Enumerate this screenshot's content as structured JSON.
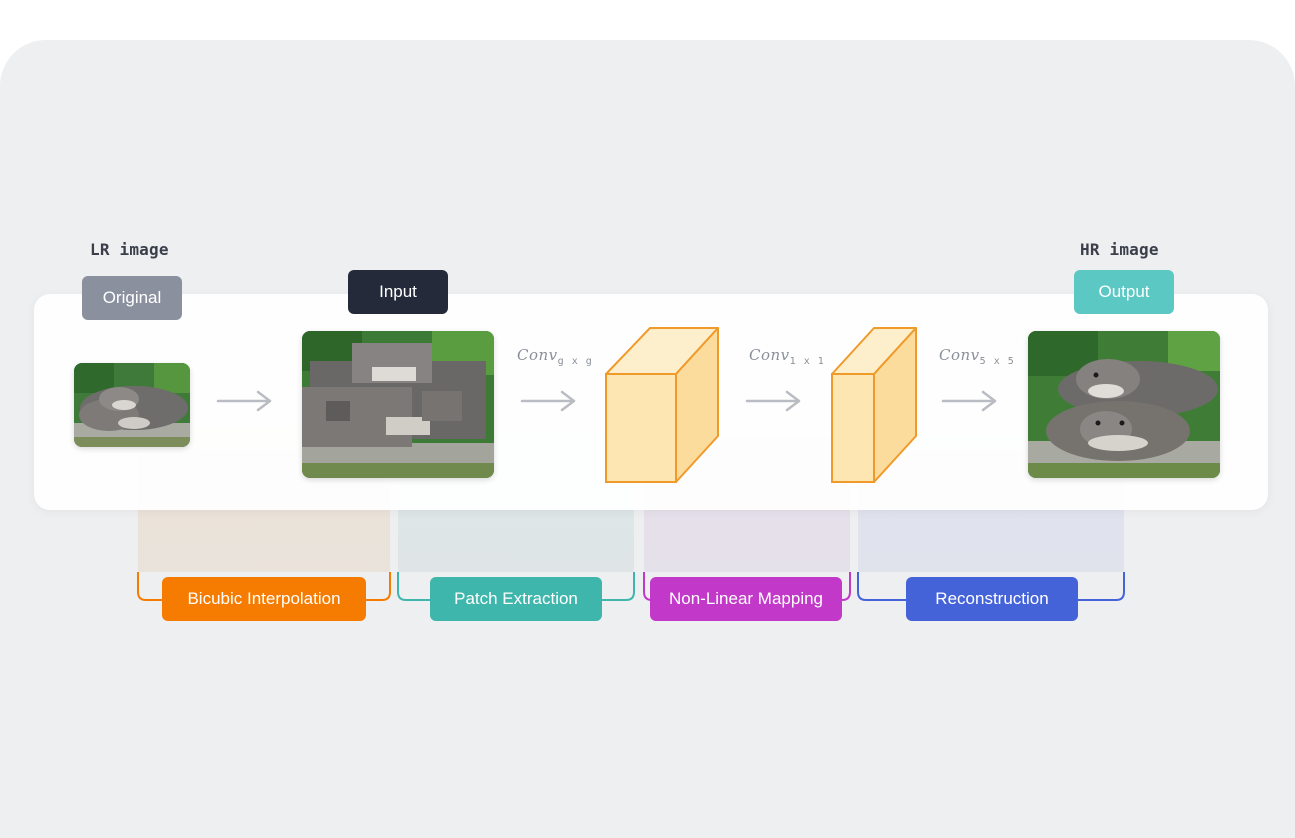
{
  "labels": {
    "lr": "LR image",
    "hr": "HR image"
  },
  "tags": {
    "original": "Original",
    "input": "Input",
    "output": "Output"
  },
  "convs": [
    {
      "base": "Conv",
      "sub": "g x g"
    },
    {
      "base": "Conv",
      "sub": "1 x 1"
    },
    {
      "base": "Conv",
      "sub": "5 x 5"
    }
  ],
  "phases": [
    {
      "label": "Bicubic Interpolation",
      "color": "#f57c00"
    },
    {
      "label": "Patch Extraction",
      "color": "#3fb6ac"
    },
    {
      "label": "Non-Linear Mapping",
      "color": "#c239c9"
    },
    {
      "label": "Reconstruction",
      "color": "#4563d8"
    }
  ],
  "colors": {
    "original_tag": "#8b909e",
    "input_tag": "#252a3a",
    "output_tag": "#5cc8c4",
    "cube_fill": "#fde6b2",
    "cube_stroke": "#f09a2a"
  }
}
